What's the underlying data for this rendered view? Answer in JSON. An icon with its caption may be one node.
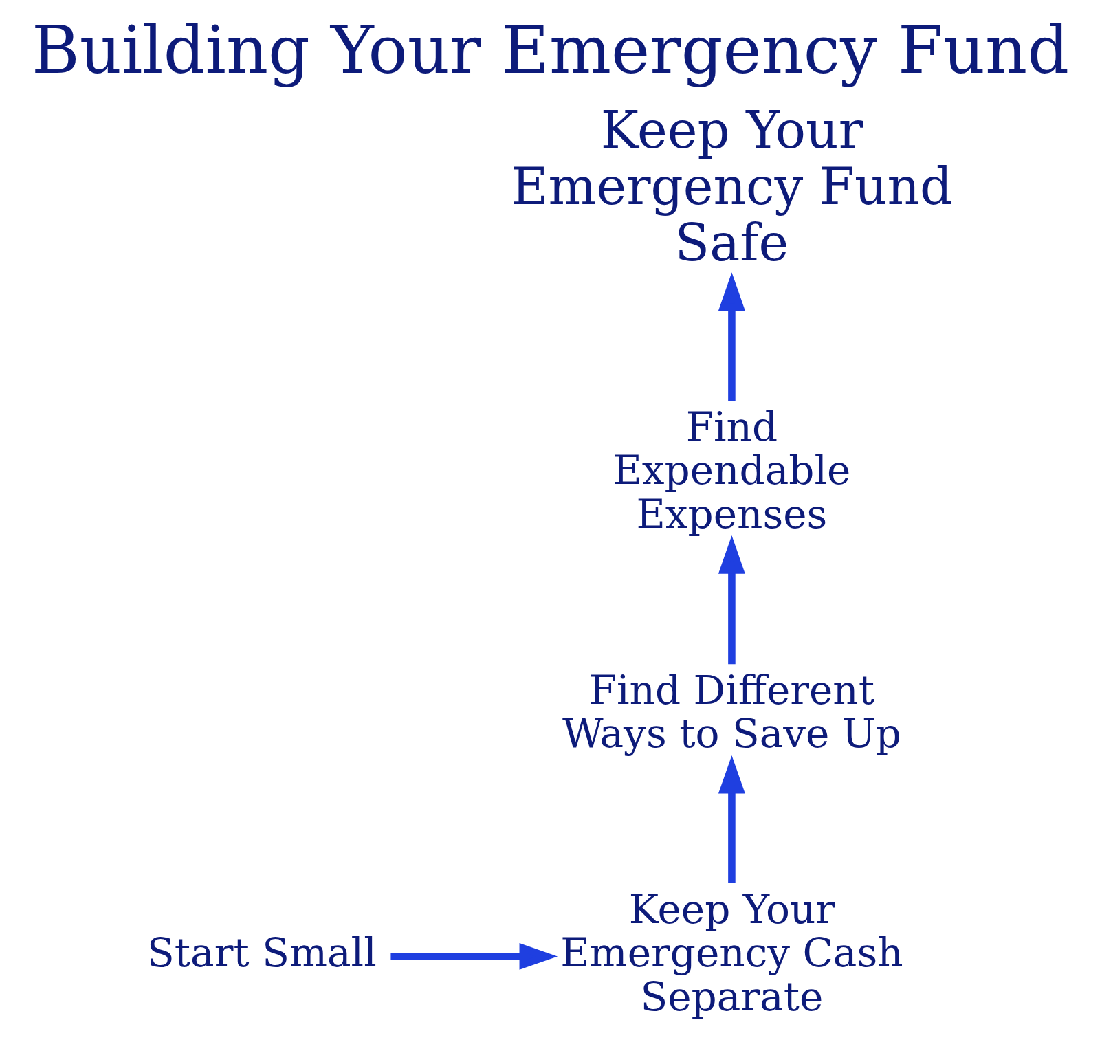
{
  "diagram": {
    "title": "Building Your Emergency Fund",
    "nodes": [
      {
        "text": [
          "Start Small"
        ]
      },
      {
        "text": [
          "Keep Your Emergency Cash Separate"
        ]
      },
      {
        "text": [
          "Find Different Ways to Save Up"
        ]
      },
      {
        "text": [
          "Find Expendable Expenses"
        ]
      },
      {
        "text": [
          "Keep Your Emergency Fund Safe"
        ]
      }
    ],
    "edges": [
      {
        "from": 0,
        "to": 1,
        "arrow": "to"
      },
      {
        "from": 1,
        "to": 2,
        "arrow": "to"
      },
      {
        "from": 2,
        "to": 3,
        "arrow": "to"
      },
      {
        "from": 3,
        "to": 4,
        "arrow": "to"
      }
    ]
  }
}
